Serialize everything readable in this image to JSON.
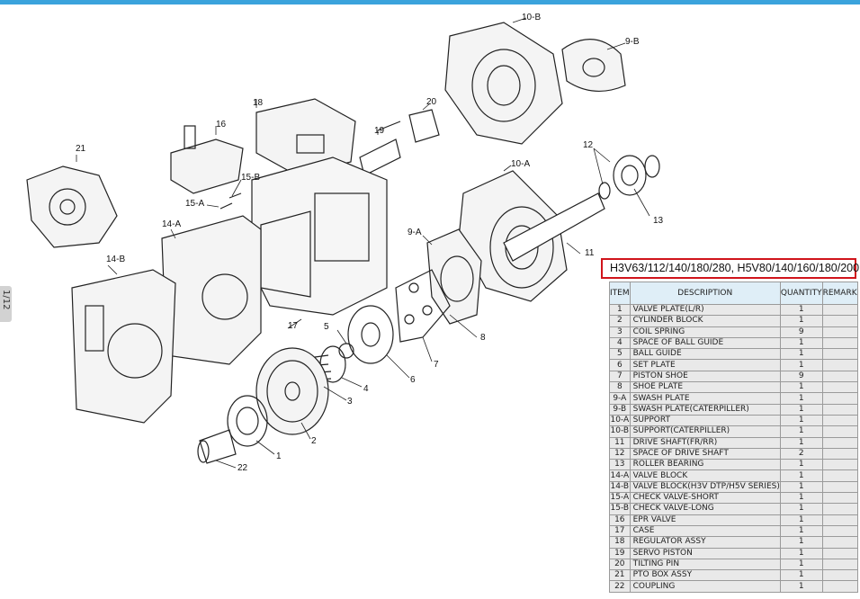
{
  "side_tab": "1/12",
  "model_title": "H3V63/112/140/180/280, H5V80/140/160/180/200",
  "table": {
    "headers": [
      "ITEM",
      "DESCRIPTION",
      "QUANTITY",
      "REMARK"
    ],
    "rows": [
      {
        "item": "1",
        "description": "VALVE PLATE(L/R)",
        "quantity": "1",
        "remark": ""
      },
      {
        "item": "2",
        "description": "CYLINDER BLOCK",
        "quantity": "1",
        "remark": ""
      },
      {
        "item": "3",
        "description": "COIL SPRING",
        "quantity": "9",
        "remark": ""
      },
      {
        "item": "4",
        "description": "SPACE OF BALL GUIDE",
        "quantity": "1",
        "remark": ""
      },
      {
        "item": "5",
        "description": "BALL GUIDE",
        "quantity": "1",
        "remark": ""
      },
      {
        "item": "6",
        "description": "SET PLATE",
        "quantity": "1",
        "remark": ""
      },
      {
        "item": "7",
        "description": "PISTON SHOE",
        "quantity": "9",
        "remark": ""
      },
      {
        "item": "8",
        "description": "SHOE PLATE",
        "quantity": "1",
        "remark": ""
      },
      {
        "item": "9-A",
        "description": "SWASH PLATE",
        "quantity": "1",
        "remark": ""
      },
      {
        "item": "9-B",
        "description": "SWASH PLATE(CATERPILLER)",
        "quantity": "1",
        "remark": ""
      },
      {
        "item": "10-A",
        "description": "SUPPORT",
        "quantity": "1",
        "remark": ""
      },
      {
        "item": "10-B",
        "description": "SUPPORT(CATERPILLER)",
        "quantity": "1",
        "remark": ""
      },
      {
        "item": "11",
        "description": "DRIVE SHAFT(FR/RR)",
        "quantity": "1",
        "remark": ""
      },
      {
        "item": "12",
        "description": "SPACE OF DRIVE SHAFT",
        "quantity": "2",
        "remark": ""
      },
      {
        "item": "13",
        "description": "ROLLER BEARING",
        "quantity": "1",
        "remark": ""
      },
      {
        "item": "14-A",
        "description": "VALVE BLOCK",
        "quantity": "1",
        "remark": ""
      },
      {
        "item": "14-B",
        "description": "VALVE BLOCK(H3V DTP/H5V SERIES)",
        "quantity": "1",
        "remark": ""
      },
      {
        "item": "15-A",
        "description": "CHECK VALVE-SHORT",
        "quantity": "1",
        "remark": ""
      },
      {
        "item": "15-B",
        "description": "CHECK VALVE-LONG",
        "quantity": "1",
        "remark": ""
      },
      {
        "item": "16",
        "description": "EPR VALVE",
        "quantity": "1",
        "remark": ""
      },
      {
        "item": "17",
        "description": "CASE",
        "quantity": "1",
        "remark": ""
      },
      {
        "item": "18",
        "description": "REGULATOR ASSY",
        "quantity": "1",
        "remark": ""
      },
      {
        "item": "19",
        "description": "SERVO PISTON",
        "quantity": "1",
        "remark": ""
      },
      {
        "item": "20",
        "description": "TILTING PIN",
        "quantity": "1",
        "remark": ""
      },
      {
        "item": "21",
        "description": "PTO BOX ASSY",
        "quantity": "1",
        "remark": ""
      },
      {
        "item": "22",
        "description": "COUPLING",
        "quantity": "1",
        "remark": ""
      }
    ]
  },
  "callouts": {
    "c10b": "10-B",
    "c9b": "9-B",
    "c18": "18",
    "c16": "16",
    "c20": "20",
    "c19": "19",
    "c21": "21",
    "c15b": "15-B",
    "c15a": "15-A",
    "c14a": "14-A",
    "c12": "12",
    "c10a": "10-A",
    "c13": "13",
    "c9a": "9-A",
    "c11": "11",
    "c14b": "14-B",
    "c17": "17",
    "c5": "5",
    "c8": "8",
    "c4": "4",
    "c7": "7",
    "c6": "6",
    "c3": "3",
    "c2": "2",
    "c1": "1",
    "c22": "22"
  },
  "colors": {
    "accent_bar": "#3ba3dc",
    "highlight": "#d0141b",
    "table_header": "#dfeef7"
  }
}
